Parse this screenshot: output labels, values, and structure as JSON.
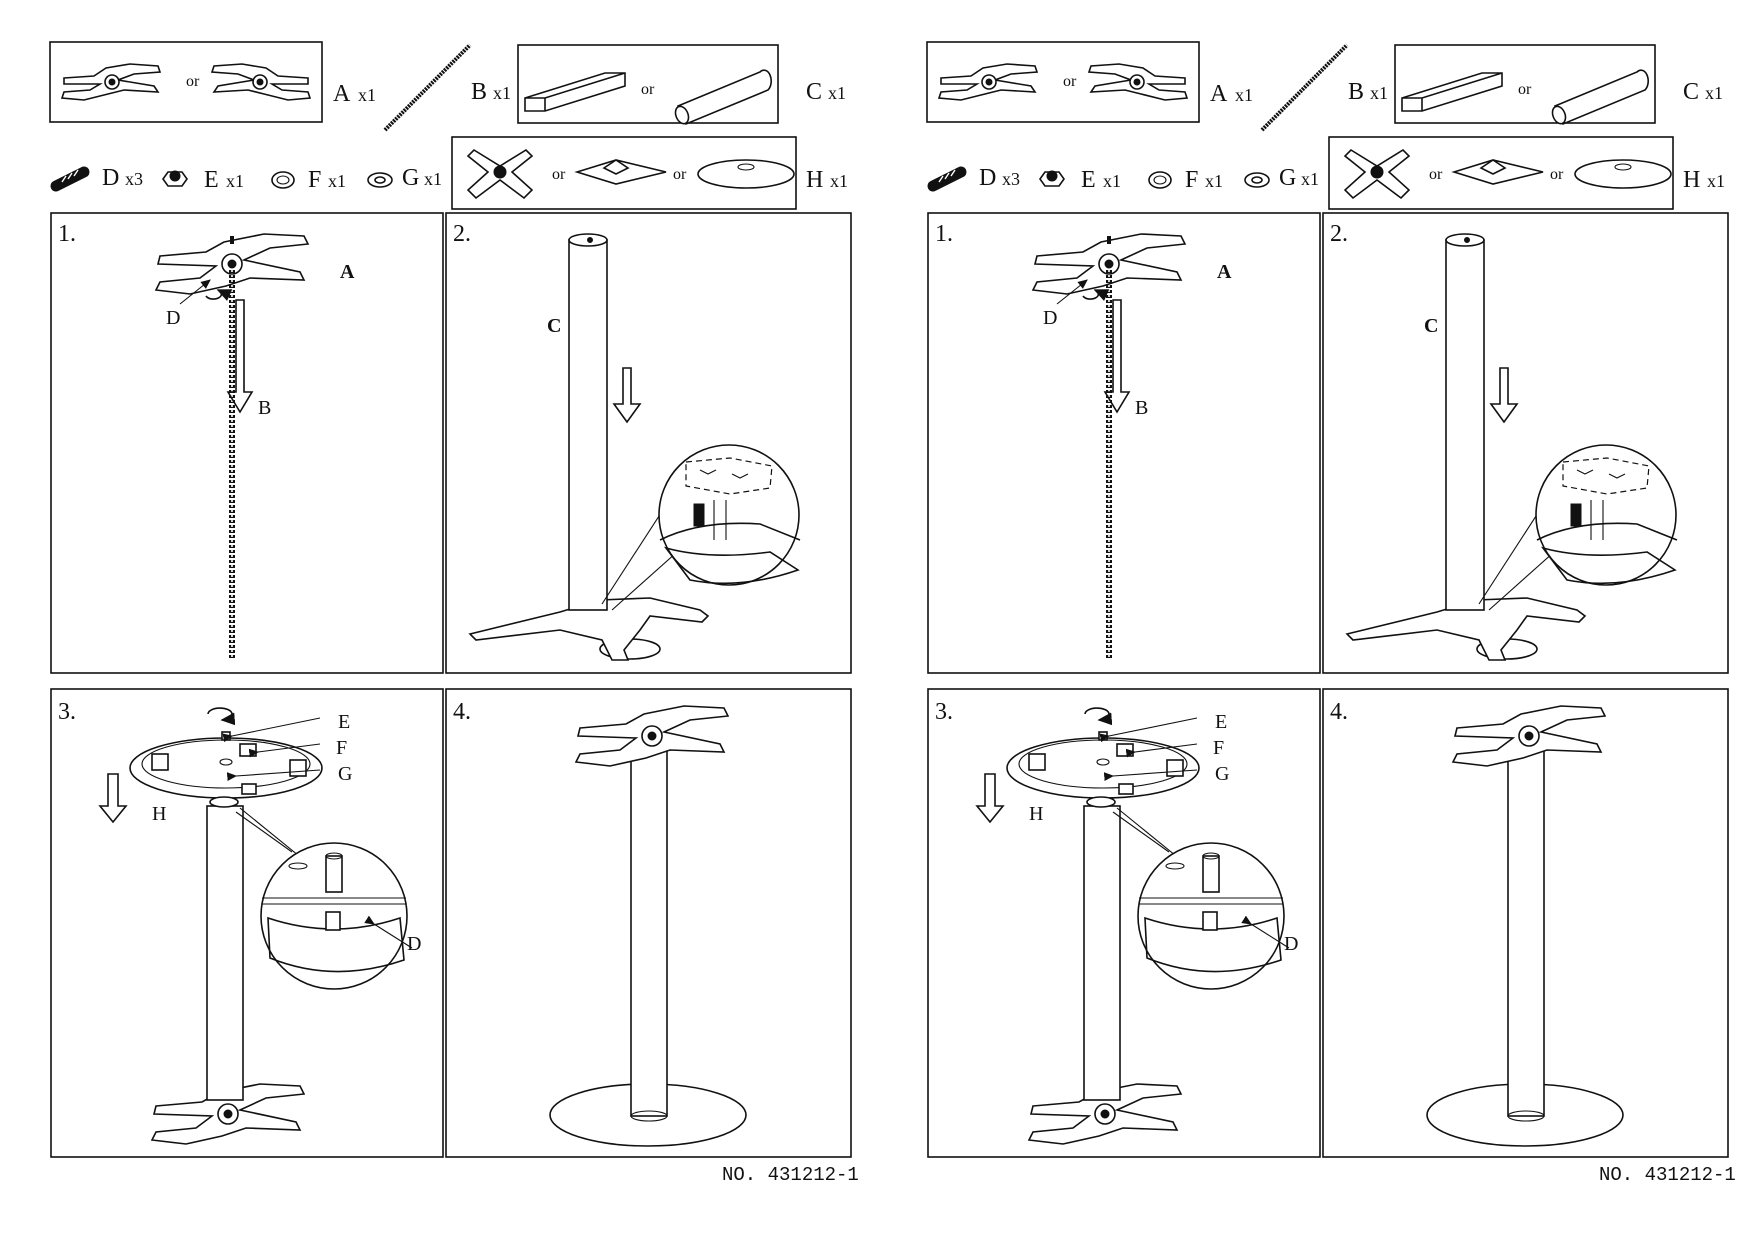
{
  "sheets": [
    {
      "parts": {
        "A": {
          "letter": "A",
          "qty": "x1"
        },
        "B": {
          "letter": "B",
          "qty": "x1"
        },
        "C": {
          "letter": "C",
          "qty": "x1"
        },
        "D": {
          "letter": "D",
          "qty": "x3"
        },
        "E": {
          "letter": "E",
          "qty": "x1"
        },
        "F": {
          "letter": "F",
          "qty": "x1"
        },
        "G": {
          "letter": "G",
          "qty": "x1"
        },
        "H": {
          "letter": "H",
          "qty": "x1"
        },
        "or": "or"
      },
      "steps": {
        "s1": {
          "num": "1.",
          "label_a": "A",
          "label_d": "D",
          "label_b": "B"
        },
        "s2": {
          "num": "2.",
          "label_c": "C"
        },
        "s3": {
          "num": "3.",
          "label_e": "E",
          "label_f": "F",
          "label_g": "G",
          "label_h": "H",
          "label_d": "D"
        },
        "s4": {
          "num": "4."
        }
      },
      "doc_number": "NO. 431212-1"
    },
    {
      "parts": {
        "A": {
          "letter": "A",
          "qty": "x1"
        },
        "B": {
          "letter": "B",
          "qty": "x1"
        },
        "C": {
          "letter": "C",
          "qty": "x1"
        },
        "D": {
          "letter": "D",
          "qty": "x3"
        },
        "E": {
          "letter": "E",
          "qty": "x1"
        },
        "F": {
          "letter": "F",
          "qty": "x1"
        },
        "G": {
          "letter": "G",
          "qty": "x1"
        },
        "H": {
          "letter": "H",
          "qty": "x1"
        },
        "or": "or"
      },
      "steps": {
        "s1": {
          "num": "1.",
          "label_a": "A",
          "label_d": "D",
          "label_b": "B"
        },
        "s2": {
          "num": "2.",
          "label_c": "C"
        },
        "s3": {
          "num": "3.",
          "label_e": "E",
          "label_f": "F",
          "label_g": "G",
          "label_h": "H",
          "label_d": "D"
        },
        "s4": {
          "num": "4."
        }
      },
      "doc_number": "NO. 431212-1"
    }
  ]
}
